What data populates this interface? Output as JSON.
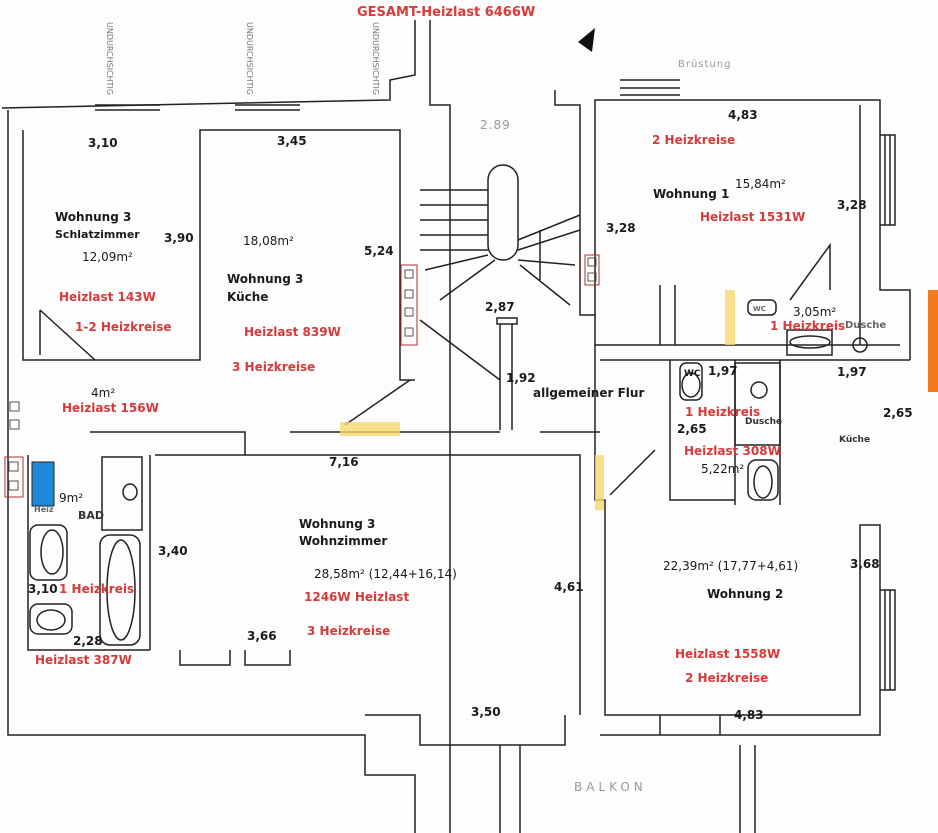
{
  "title": "GESAMT-Heizlast 6466W",
  "colors": {
    "label_red": "#d63a3a",
    "wall": "#222222",
    "heater_blue": "#1e88d8",
    "highlight_yellow": "#f5d76e",
    "accent_orange": "#f47a20",
    "radiator_outline": "#b03030"
  },
  "rooms": {
    "schlafzimmer": {
      "apartment": "Wohnung 3",
      "name": "Schlatzimmer",
      "area": "12,09m²",
      "heizlast": "Heizlast 143W",
      "heizkreise": "1-2 Heizkreise",
      "dim_top": "3,10",
      "dim_side": "3,90"
    },
    "kueche3": {
      "apartment": "Wohnung 3",
      "name": "Küche",
      "area": "18,08m²",
      "heizlast": "Heizlast 839W",
      "heizkreise": "3 Heizkreise",
      "dim_top": "3,45",
      "dim_side": "5,24"
    },
    "flur3": {
      "area": "4m²",
      "heizlast": "Heizlast 156W"
    },
    "bad": {
      "area": "9m²",
      "name": "BAD",
      "heizkreise": "1 Heizkreis",
      "heizlast": "Heizlast 387W",
      "dim_side": "3,10",
      "dim_bottom": "2,28"
    },
    "wohnzimmer": {
      "apartment": "Wohnung 3",
      "name": "Wohnzimmer",
      "area": "28,58m² (12,44+16,14)",
      "heizlast": "1246W Heizlast",
      "heizkreise": "3 Heizkreise",
      "dim_top": "7,16",
      "dim_left": "3,40",
      "dim_bottom": "3,66",
      "dim_right": "4,61",
      "dim_bottom2": "3,50"
    },
    "flur": {
      "name": "allgemeiner Flur",
      "dim_top": "2,87",
      "dim_side": "1,92"
    },
    "wohnung1": {
      "apartment": "Wohnung 1",
      "area": "15,84m²",
      "heizlast": "Heizlast 1531W",
      "heizkreise": "2 Heizkreise",
      "dim_top": "4,83",
      "dim_left": "3,28",
      "dim_right": "3,28"
    },
    "bad1": {
      "area": "3,05m²",
      "heizkreise": "1 Heizkreis",
      "shower": "Dusche",
      "wc": "WC",
      "dim": "1,97"
    },
    "bad2": {
      "wc": "WC",
      "dim_top": "1,97",
      "heizkreise": "1 Heizkreis",
      "shower": "Dusche",
      "dim_side": "2,65",
      "heizlast": "Heizlast 308W",
      "area": "5,22m²"
    },
    "kueche2": {
      "name": "Küche",
      "dim_top": "1,97",
      "dim_side": "2,65"
    },
    "wohnung2": {
      "apartment": "Wohnung 2",
      "area": "22,39m² (17,77+4,61)",
      "heizlast": "Heizlast 1558W",
      "heizkreise": "2 Heizkreise",
      "dim_side": "3,68",
      "dim_bottom": "4,83"
    }
  },
  "handwritten": {
    "balkon": "BALKON",
    "stair": "2.89",
    "bruestung": "Brüstung",
    "heiz": "Heiz",
    "fenster": "UNDURCHSICHTIG"
  }
}
